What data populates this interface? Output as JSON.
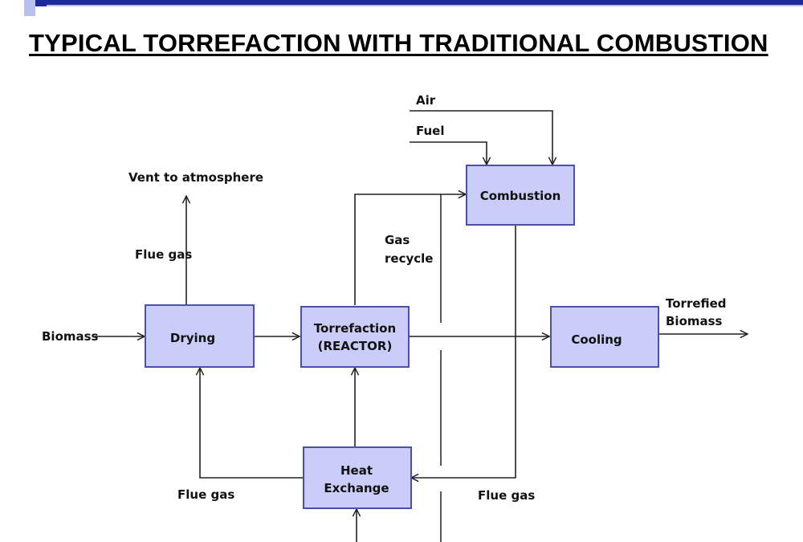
{
  "title": "TYPICAL TORREFACTION WITH TRADITIONAL COMBUSTION",
  "colors": {
    "box_fill": "#c9cdf7",
    "box_stroke": "#4a4fb0",
    "deco_dark": "#1e2a9a",
    "deco_light": "#b8c0ee"
  },
  "boxes": {
    "drying": "Drying",
    "torrefaction_line1": "Torrefaction",
    "torrefaction_line2": "(REACTOR)",
    "combustion": "Combustion",
    "cooling": "Cooling",
    "heat_exchange_line1": "Heat",
    "heat_exchange_line2": "Exchange"
  },
  "labels": {
    "air": "Air",
    "fuel": "Fuel",
    "vent": "Vent to atmosphere",
    "flue_gas_top": "Flue gas",
    "gas_recycle_line1": "Gas",
    "gas_recycle_line2": "recycle",
    "biomass": "Biomass",
    "torrefied_line1": "Torrefied",
    "torrefied_line2": "Biomass",
    "flue_gas_left": "Flue gas",
    "flue_gas_right": "Flue gas"
  }
}
